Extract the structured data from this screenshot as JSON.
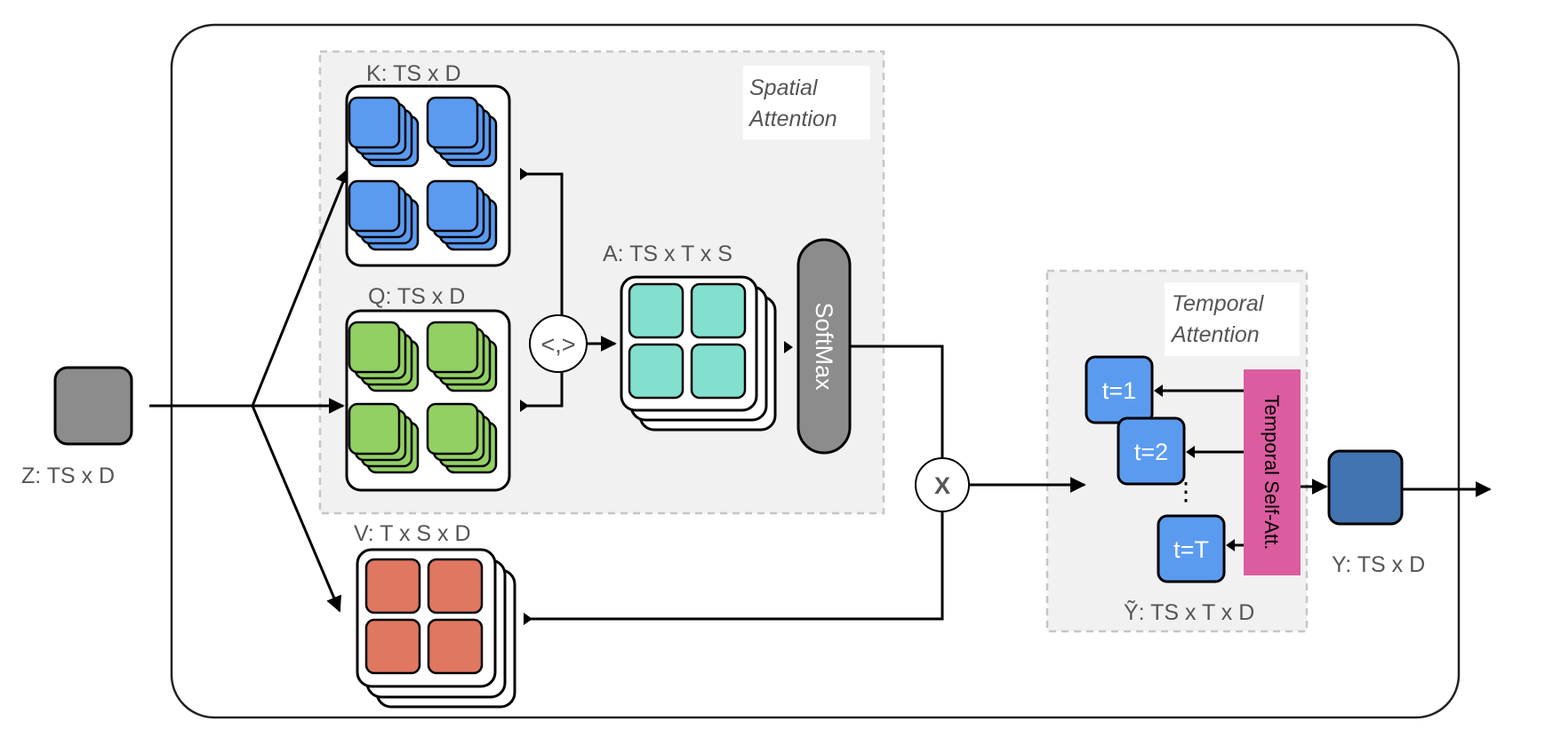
{
  "labels": {
    "z": "Z: TS x D",
    "k": "K: TS x D",
    "q": "Q: TS x D",
    "v": "V: T x S x D",
    "a": "A: TS x T x S",
    "y_tilde": "Ỹ: TS x T x D",
    "y": "Y: TS x D"
  },
  "sections": {
    "spatial_line1": "Spatial",
    "spatial_line2": "Attention",
    "temporal_line1": "Temporal",
    "temporal_line2": "Attention"
  },
  "ops": {
    "inner_product": "<,>",
    "multiply": "X",
    "softmax": "SoftMax",
    "temporal_self_att": "Temporal Self-Att."
  },
  "timesteps": [
    "t=1",
    "t=2",
    "t=T"
  ],
  "ellipsis": "⋮",
  "colors": {
    "z_block": "#8c8c8c",
    "key": "#5b9bef",
    "query": "#92d064",
    "value": "#e07761",
    "attention": "#83e0cf",
    "softmax": "#8c8c8c",
    "timestep": "#5b9bef",
    "temporal_self_att": "#dc5ca0",
    "output": "#4174b0",
    "section_bg": "#f1f1f1"
  }
}
